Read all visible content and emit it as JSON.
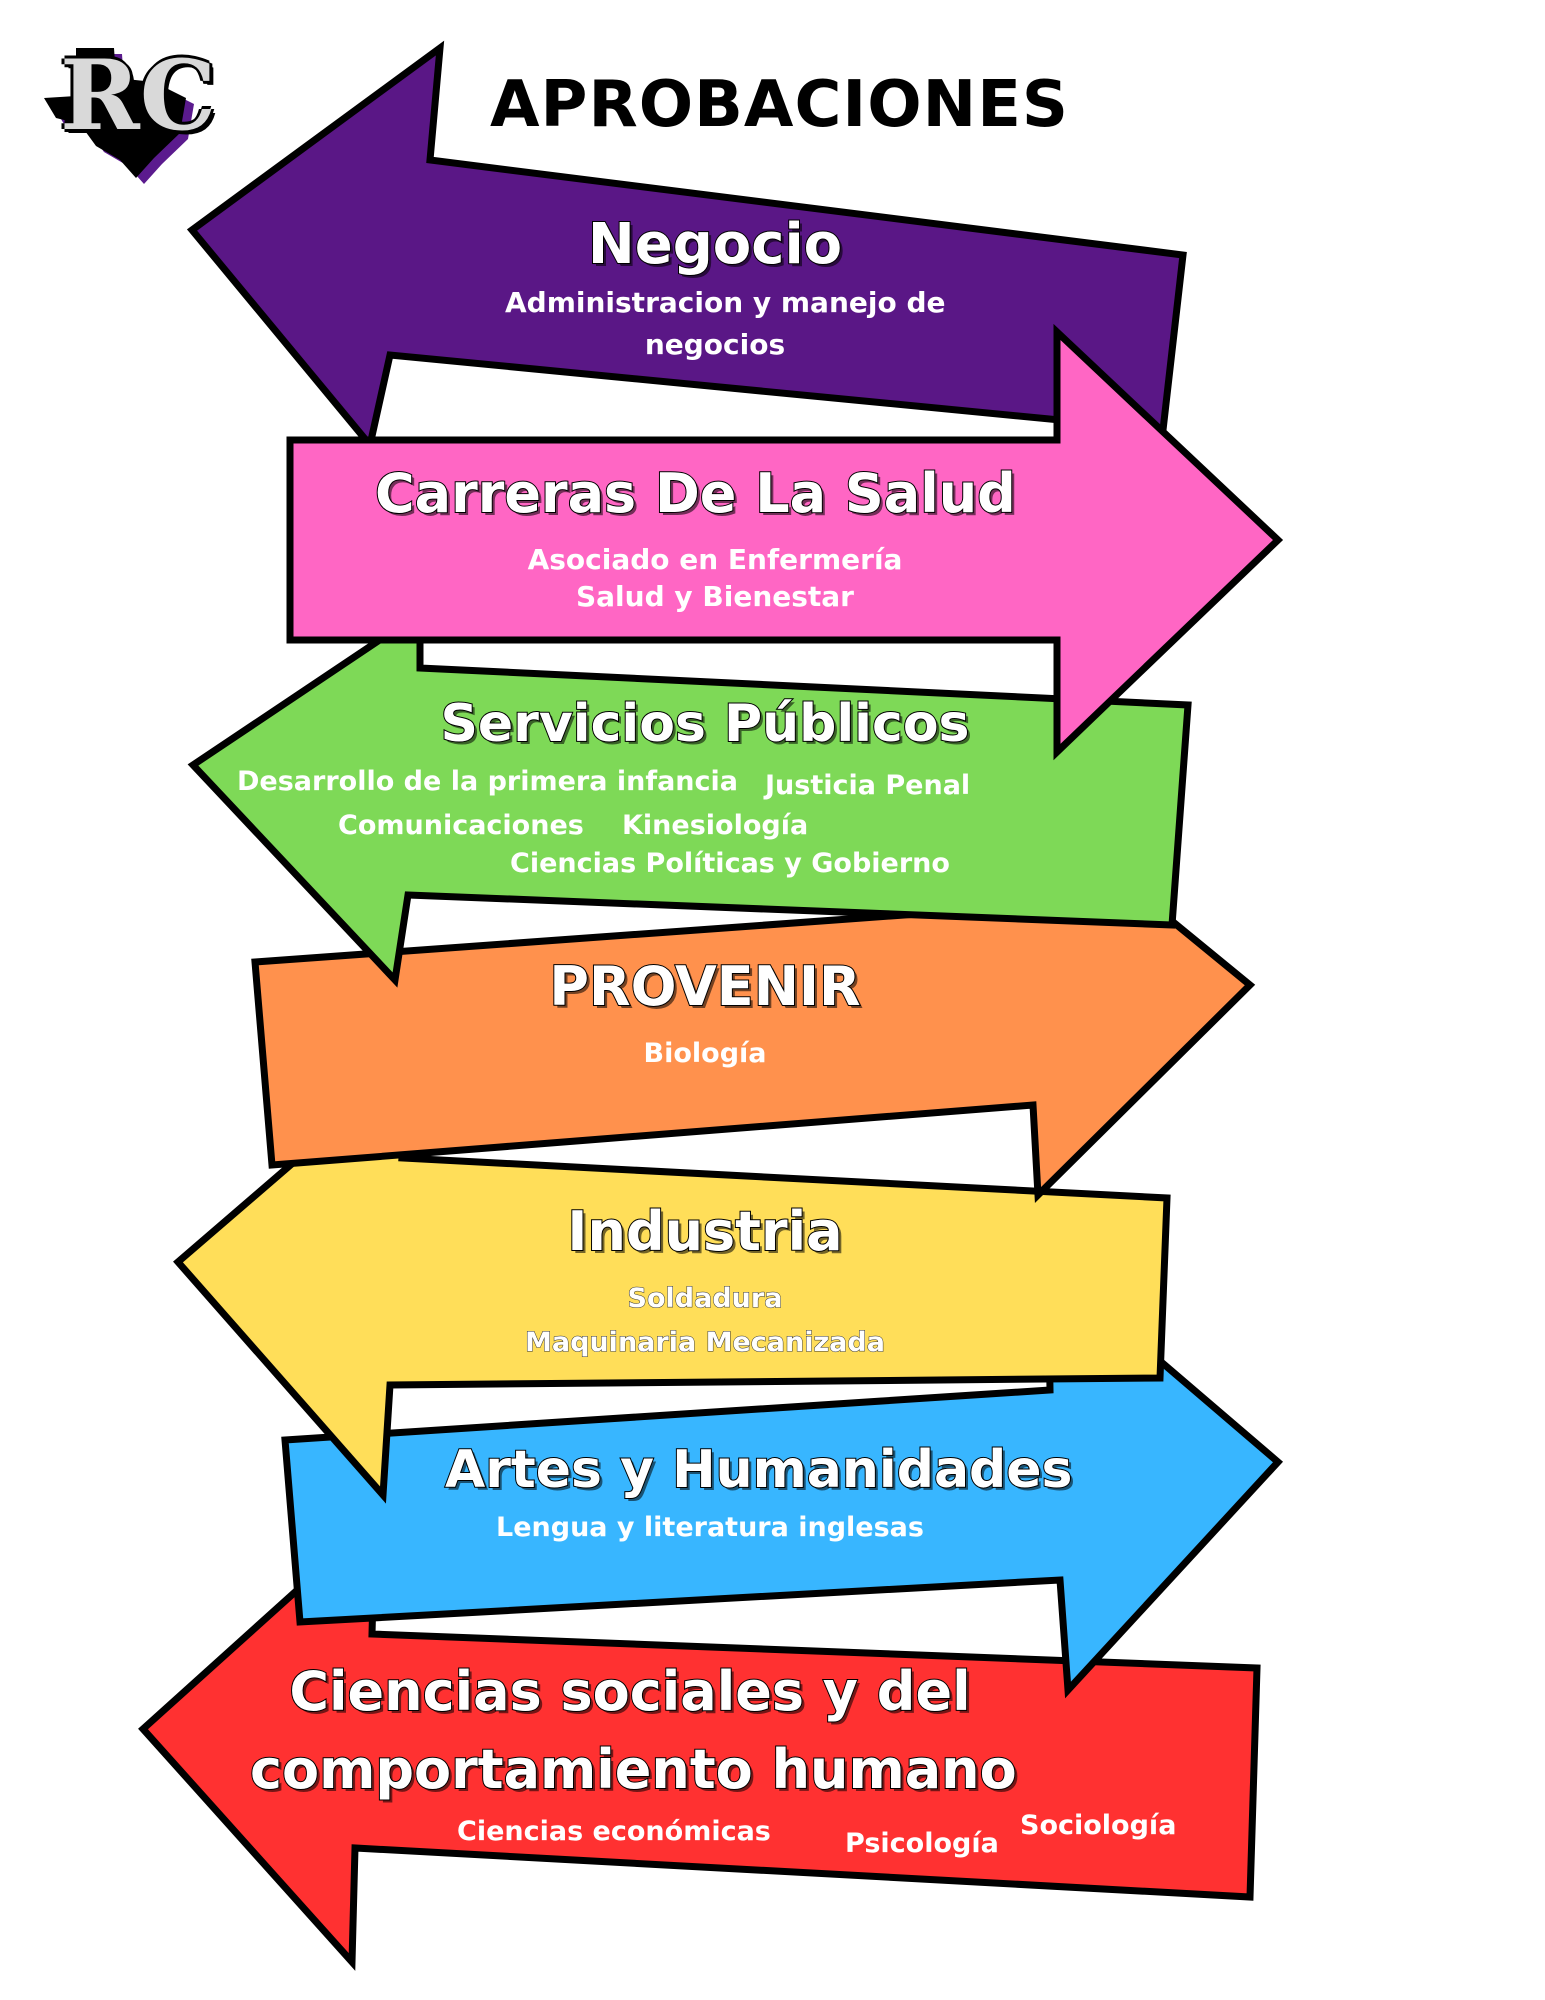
{
  "title": "APROBACIONES",
  "logo": {
    "letters": "RC",
    "icon": "texas-rc-logo",
    "accent": "#5B1B8E"
  },
  "bands": [
    {
      "id": "negocio",
      "direction": "left",
      "color": "#5A1786",
      "title": "Negocio",
      "items": [
        "Administracion y manejo de",
        "negocios"
      ]
    },
    {
      "id": "salud",
      "direction": "right",
      "color": "#FF66C4",
      "title": "Carreras De La Salud",
      "items": [
        "Asociado en Enfermería",
        "Salud y Bienestar"
      ]
    },
    {
      "id": "publicos",
      "direction": "left",
      "color": "#7ED957",
      "title": "Servicios Públicos",
      "items": [
        "Desarrollo de la primera infancia",
        "Justicia Penal",
        "Comunicaciones",
        "Kinesiología",
        "Ciencias Políticas y Gobierno"
      ]
    },
    {
      "id": "provenir",
      "direction": "right",
      "color": "#FF914D",
      "title": "PROVENIR",
      "items": [
        "Biología"
      ]
    },
    {
      "id": "industria",
      "direction": "left",
      "color": "#FFDE59",
      "title": "Industria",
      "items": [
        "Soldadura",
        "Maquinaria Mecanizada"
      ]
    },
    {
      "id": "artes",
      "direction": "right",
      "color": "#38B6FF",
      "title": "Artes y Humanidades",
      "items": [
        "Lengua y literatura inglesas"
      ]
    },
    {
      "id": "sociales",
      "direction": "left",
      "color": "#FF3131",
      "title": [
        "Ciencias sociales y del",
        "comportamiento humano"
      ],
      "items": [
        "Ciencias económicas",
        "Psicología",
        "Sociología"
      ]
    }
  ]
}
